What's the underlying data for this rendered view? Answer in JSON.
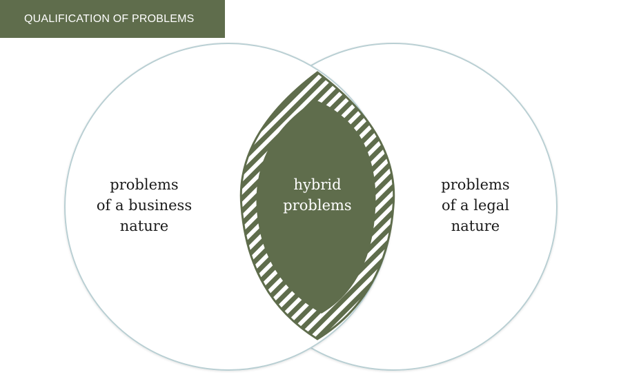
{
  "header": {
    "title": "QUALIFICATION OF PROBLEMS"
  },
  "venn": {
    "left_set": {
      "lines": [
        "problems",
        "of a business",
        "nature"
      ]
    },
    "right_set": {
      "lines": [
        "problems",
        "of a legal",
        "nature"
      ]
    },
    "intersection": {
      "lines": [
        "hybrid",
        "problems"
      ]
    },
    "colors": {
      "accent": "#5f6d4c",
      "circle_outline": "#b9cfd3",
      "circle_fill": "#ffffff",
      "hatch_light": "#ffffff"
    }
  }
}
